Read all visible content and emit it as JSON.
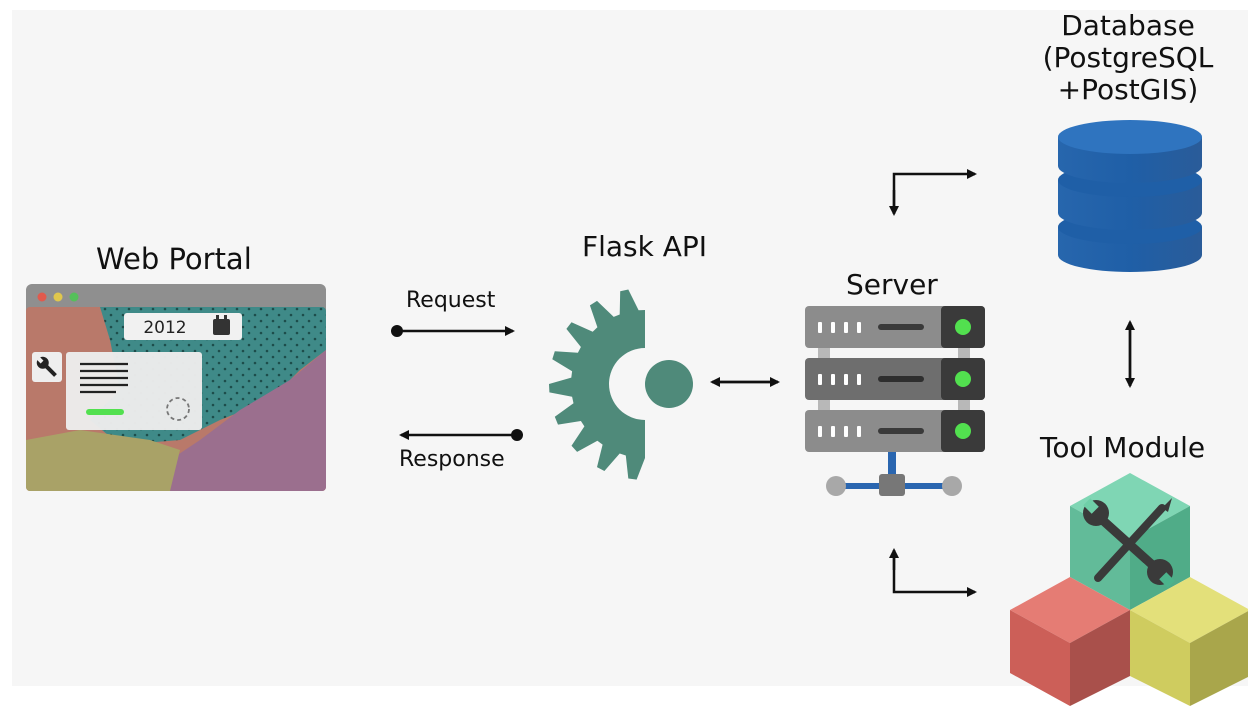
{
  "diagram": {
    "nodes": {
      "web_portal": {
        "label": "Web Portal",
        "year": "2012"
      },
      "flask_api": {
        "label": "Flask API"
      },
      "server": {
        "label": "Server"
      },
      "database": {
        "label_lines": [
          "Database",
          "(PostgreSQL",
          "+PostGIS)"
        ]
      },
      "tool_module": {
        "label": "Tool Module"
      }
    },
    "edges": {
      "request": "Request",
      "response": "Response"
    }
  },
  "colors": {
    "background": "#f6f6f6",
    "gear": "#4f8a7a",
    "database_blue": "#2a6ab0",
    "arrow": "#111111",
    "portal_frame": "#8e8e8e",
    "server_gray": "#8a8a8a",
    "led_green": "#52e04f",
    "cube_red": "#d9625d",
    "cube_yellow": "#d9d662",
    "cube_teal": "#5bbf9b"
  }
}
